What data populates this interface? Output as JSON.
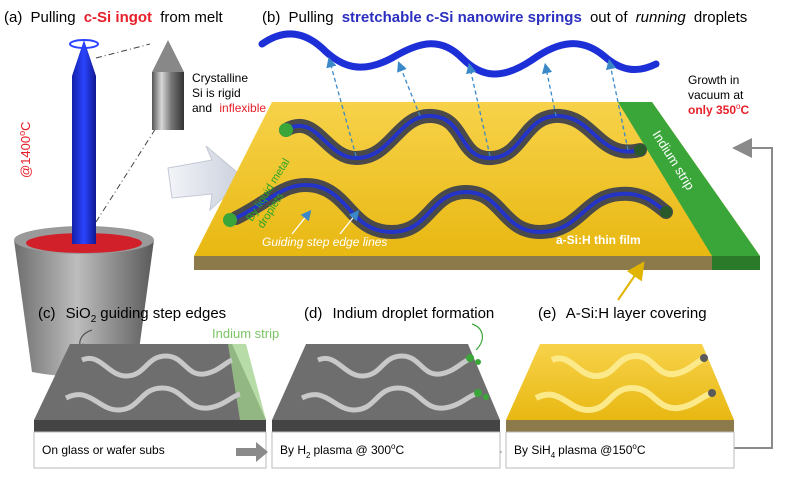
{
  "panel_a": {
    "label": "(a)",
    "title_pre": "Pulling",
    "title_hl": "c-Si ingot",
    "title_post": "from melt",
    "temp_prefix": "@1400",
    "temp_sup": "o",
    "temp_suffix": "C",
    "note_line1": "Crystalline",
    "note_line2": "Si is rigid",
    "note_line3_pre": "and",
    "note_line3_hl": "inflexible"
  },
  "panel_b": {
    "label": "(b)",
    "title_pre": "Pulling",
    "title_hl": "stretchable c-Si nanowire springs",
    "title_mid": "out of",
    "title_ital": "running",
    "title_post": "droplets",
    "growth_line1": "Growth in",
    "growth_line2": "vacuum at",
    "growth_line3": "only 350",
    "growth_sup": "o",
    "growth_suffix": "C",
    "indium_strip": "Indium strip",
    "droplets_line1": "By liquid metal",
    "droplets_line2": "droplets",
    "guiding": "Guiding step edge lines",
    "film": "a-Si:H thin film"
  },
  "panel_c": {
    "label": "(c)",
    "title_pre": "SiO",
    "title_sub": "2",
    "title_post": "guiding step edges",
    "strip_label": "Indium strip",
    "caption": "On glass or wafer subs"
  },
  "panel_d": {
    "label": "(d)",
    "title": "Indium droplet formation",
    "caption_pre": "By H",
    "caption_sub": "2",
    "caption_mid": "plasma @ 300",
    "caption_sup": "o",
    "caption_post": "C"
  },
  "panel_e": {
    "label": "(e)",
    "title": "A-Si:H layer covering",
    "caption_pre": "By SiH",
    "caption_sub": "4",
    "caption_mid": "plasma @150",
    "caption_sup": "o",
    "caption_post": "C"
  },
  "colors": {
    "ingot_blue": "#1d2fd6",
    "melt_red": "#d2202a",
    "crucible_gray": "#8a8a8a",
    "film_yellow": "#f2c21a",
    "indium_green": "#3aa63a",
    "substrate_gray": "#707070",
    "highlight_red": "#e8202a",
    "highlight_blue": "#2b2fbf"
  }
}
